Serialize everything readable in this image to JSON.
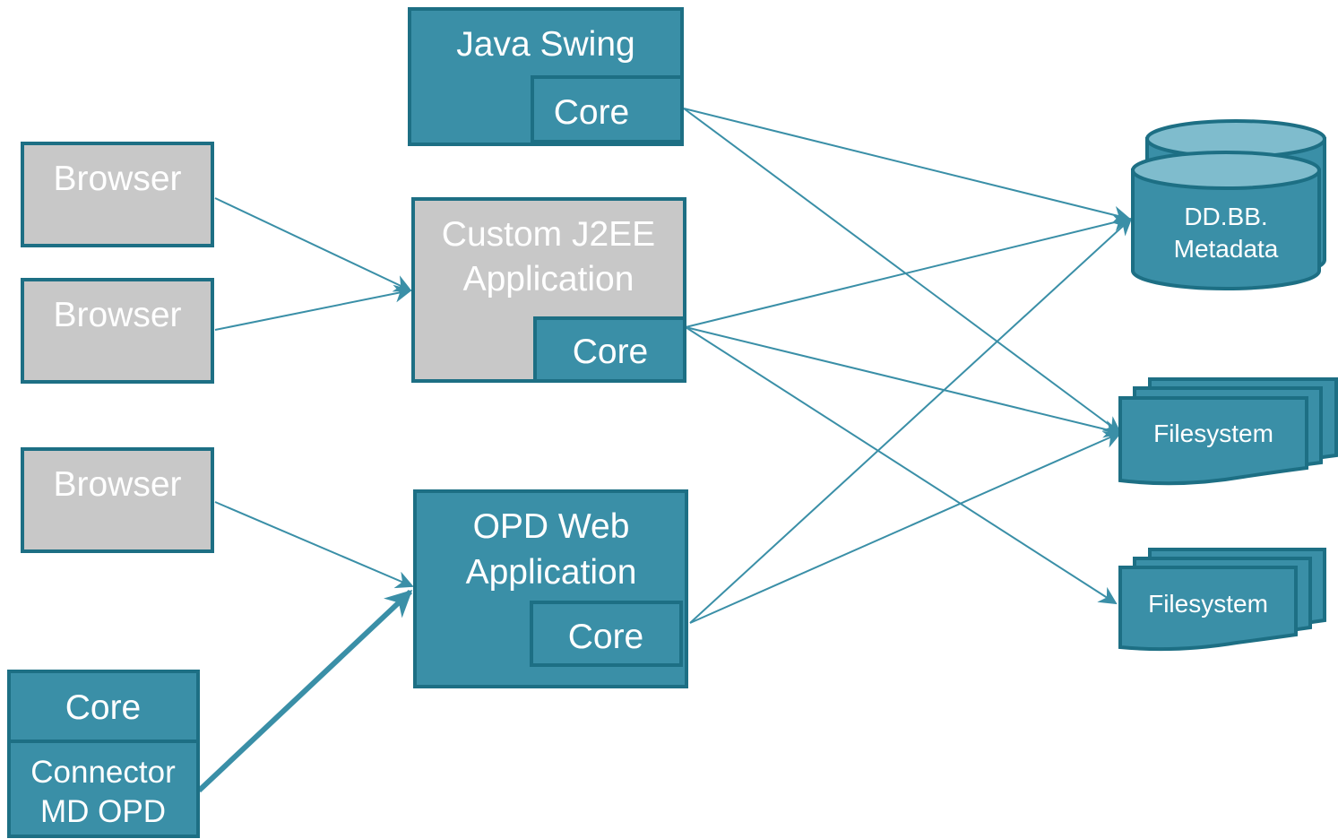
{
  "colors": {
    "box_fill": "#3a8fa7",
    "box_border": "#1d6f84",
    "browser_fill": "#c8c8c8",
    "cylinder_top": "#7fbccd",
    "text": "#ffffff",
    "connector": "#3a8fa7"
  },
  "nodes": {
    "java_swing": {
      "title": "Java Swing",
      "core": "Core"
    },
    "custom_j2ee": {
      "title_line1": "Custom J2EE",
      "title_line2": "Application",
      "core": "Core"
    },
    "opd_web": {
      "title_line1": "OPD Web",
      "title_line2": "Application",
      "core": "Core"
    },
    "browser_1": {
      "label": "Browser"
    },
    "browser_2": {
      "label": "Browser"
    },
    "browser_3": {
      "label": "Browser"
    },
    "connector_block": {
      "core": "Core",
      "line1": "Connector",
      "line2": "MD OPD"
    },
    "database": {
      "line1": "DD.BB.",
      "line2": "Metadata"
    },
    "filesystem_1": {
      "label": "Filesystem"
    },
    "filesystem_2": {
      "label": "Filesystem"
    }
  },
  "edges": [
    {
      "from": "browser_1",
      "to": "custom_j2ee"
    },
    {
      "from": "browser_2",
      "to": "custom_j2ee"
    },
    {
      "from": "browser_3",
      "to": "opd_web"
    },
    {
      "from": "connector_block",
      "to": "opd_web"
    },
    {
      "from": "java_swing.core",
      "to": "database"
    },
    {
      "from": "java_swing.core",
      "to": "filesystem_1"
    },
    {
      "from": "custom_j2ee.core",
      "to": "database"
    },
    {
      "from": "custom_j2ee.core",
      "to": "filesystem_1"
    },
    {
      "from": "custom_j2ee.core",
      "to": "filesystem_2"
    },
    {
      "from": "opd_web.core",
      "to": "database"
    },
    {
      "from": "opd_web.core",
      "to": "filesystem_1"
    }
  ]
}
